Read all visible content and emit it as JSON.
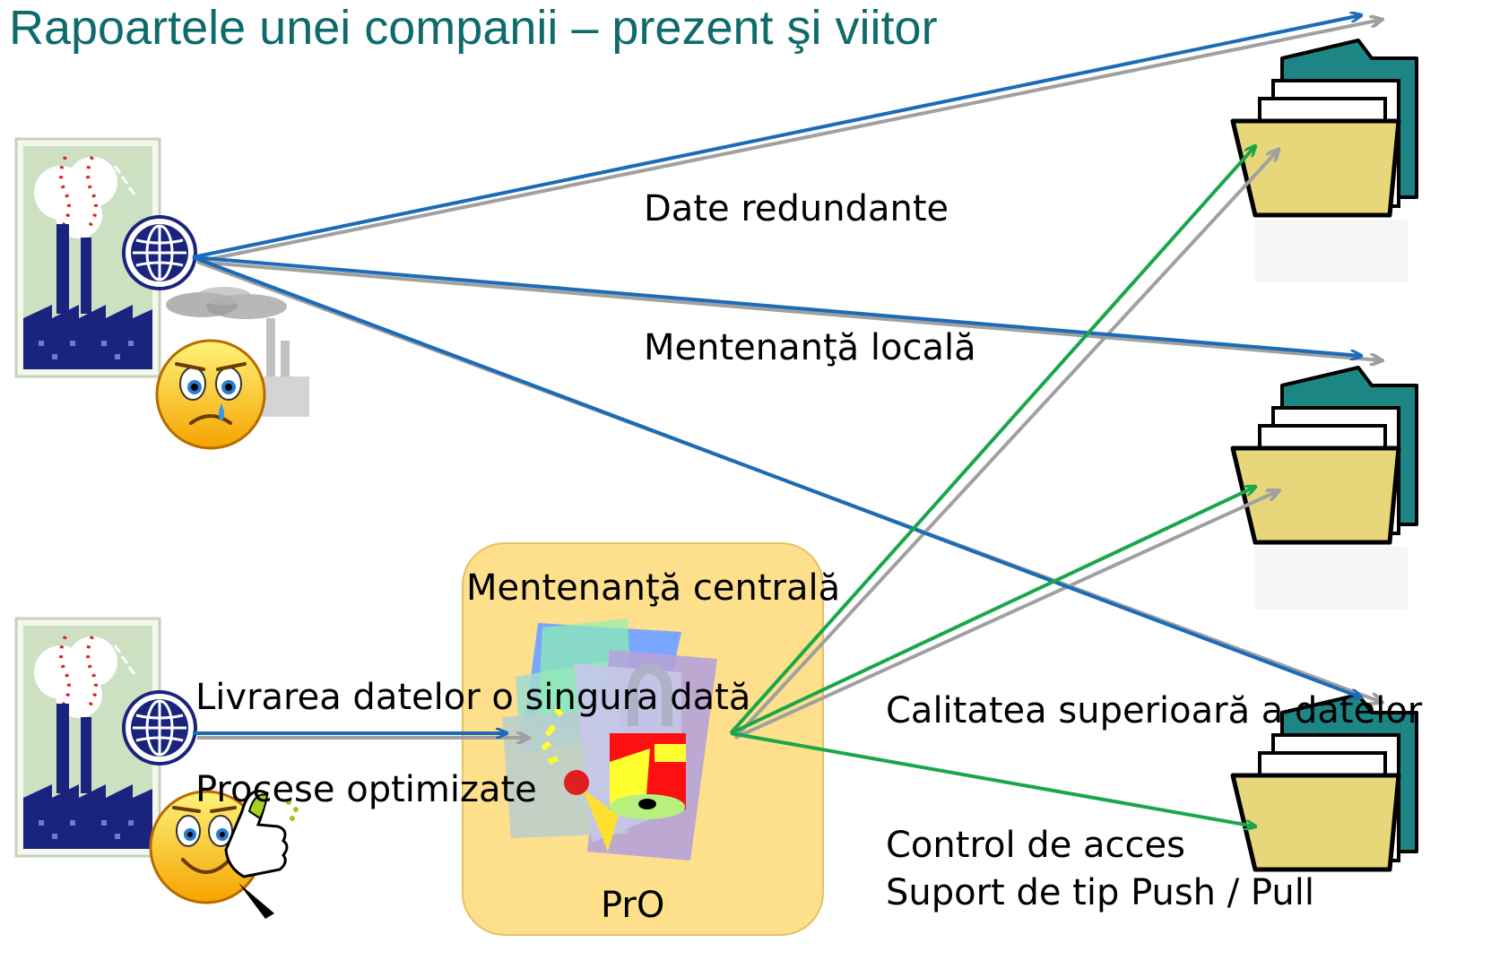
{
  "title": "Rapoartele unei companii – prezent şi viitor",
  "labels": {
    "redundant": "Date redundante",
    "local_maint": "Mentenanţă locală",
    "central_maint": "Mentenanţă centrală",
    "single_delivery": "Livrarea datelor o singura dată",
    "optimized": "Procese optimizate",
    "quality": "Calitatea superioară a datelor",
    "access": "Control de acces",
    "push_pull": "Suport de tip Push / Pull",
    "pro": "PrO"
  },
  "colors": {
    "title": "#0f6b6b",
    "blue_arrow": "#1a6bb8",
    "green_arrow": "#1aa64a",
    "gray_arrow": "#a0a0a0",
    "pro_box": "#fddf8c",
    "folder_front": "#e8d77a",
    "folder_back": "#1e8585"
  },
  "icons": {
    "factory": "factory-icon",
    "globe": "globe-icon",
    "sad_face": "sad-face-icon",
    "happy_face": "happy-face-thumbs-up-icon",
    "folder": "folder-icon",
    "lock": "lock-key-icon"
  }
}
